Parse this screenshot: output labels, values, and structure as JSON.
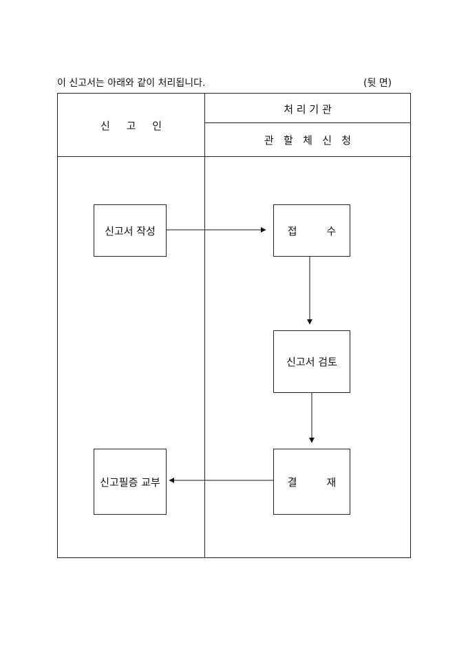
{
  "notice_text": "이 신고서는 아래와 같이 처리됩니다.",
  "page_side": "(뒷   면)",
  "header": {
    "applicant": "신     고     인",
    "processing_agency": "처 리 기 관",
    "jurisdiction": "관   할   체   신   청"
  },
  "steps": {
    "write_report": "신고서 작성",
    "receipt": "접         수",
    "review": "신고서 검토",
    "approval": "결         재",
    "issue_certificate": "신고필증 교부"
  }
}
